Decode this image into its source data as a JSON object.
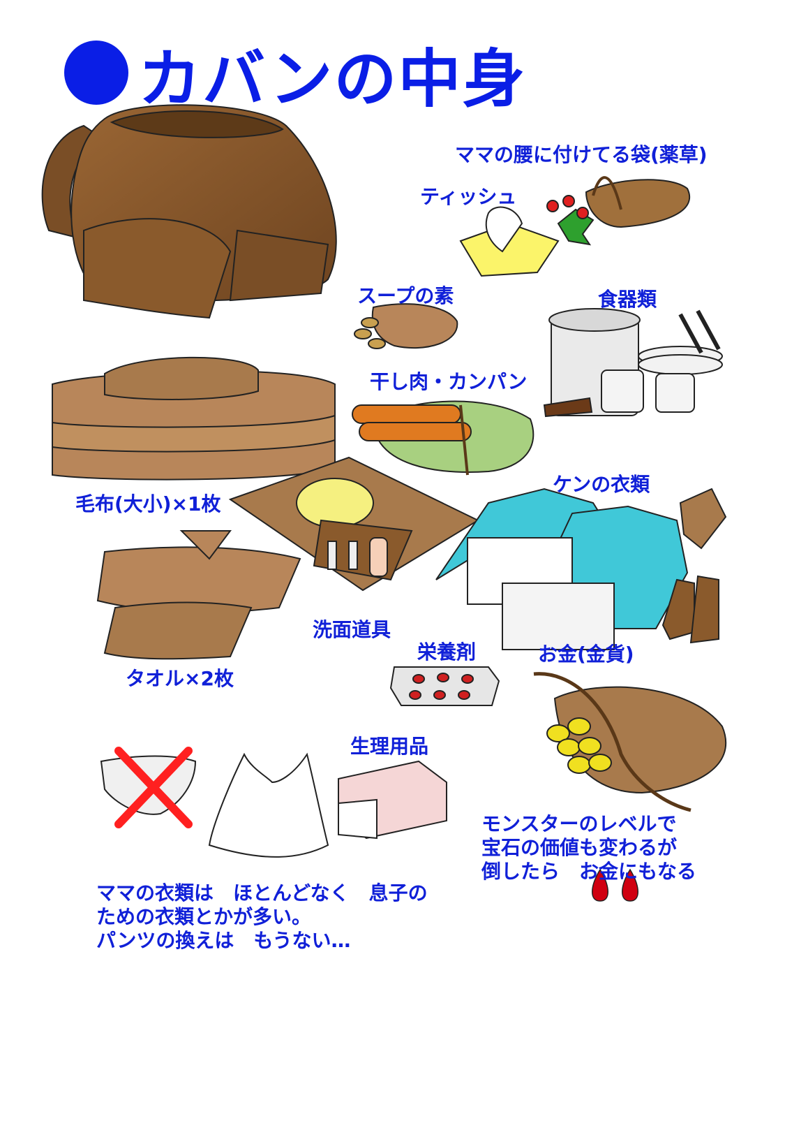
{
  "title": "カバンの中身",
  "labels": {
    "pouch": "ママの腰に付けてる袋(薬草)",
    "tissue": "ティッシュ",
    "soup": "スープの素",
    "tableware": "食器類",
    "jerky": "干し肉・カンパン",
    "blanket": "毛布(大小)×1枚",
    "clothes": "ケンの衣類",
    "towel": "タオル×2枚",
    "toiletries": "洗面道具",
    "supplements": "栄養剤",
    "money": "お金(金貨)",
    "sanitary": "生理用品"
  },
  "notes": {
    "monster": [
      "モンスターのレベルで",
      "宝石の価値も変わるが",
      "倒したら　お金にもなる"
    ],
    "mama": [
      "ママの衣類は　ほとんどなく　息子の",
      "ための衣類とかが多い。",
      "パンツの換えは　もうない…"
    ]
  },
  "colors": {
    "title": "#0a1ee6",
    "text": "#1020d8",
    "bag": "#8b5a2b",
    "cloth": "#b8865a",
    "cross": "#ff2020",
    "gold": "#f0e020",
    "gem": "#d00010"
  },
  "icons": [
    "circle-bullet-icon",
    "cross-out-icon"
  ]
}
